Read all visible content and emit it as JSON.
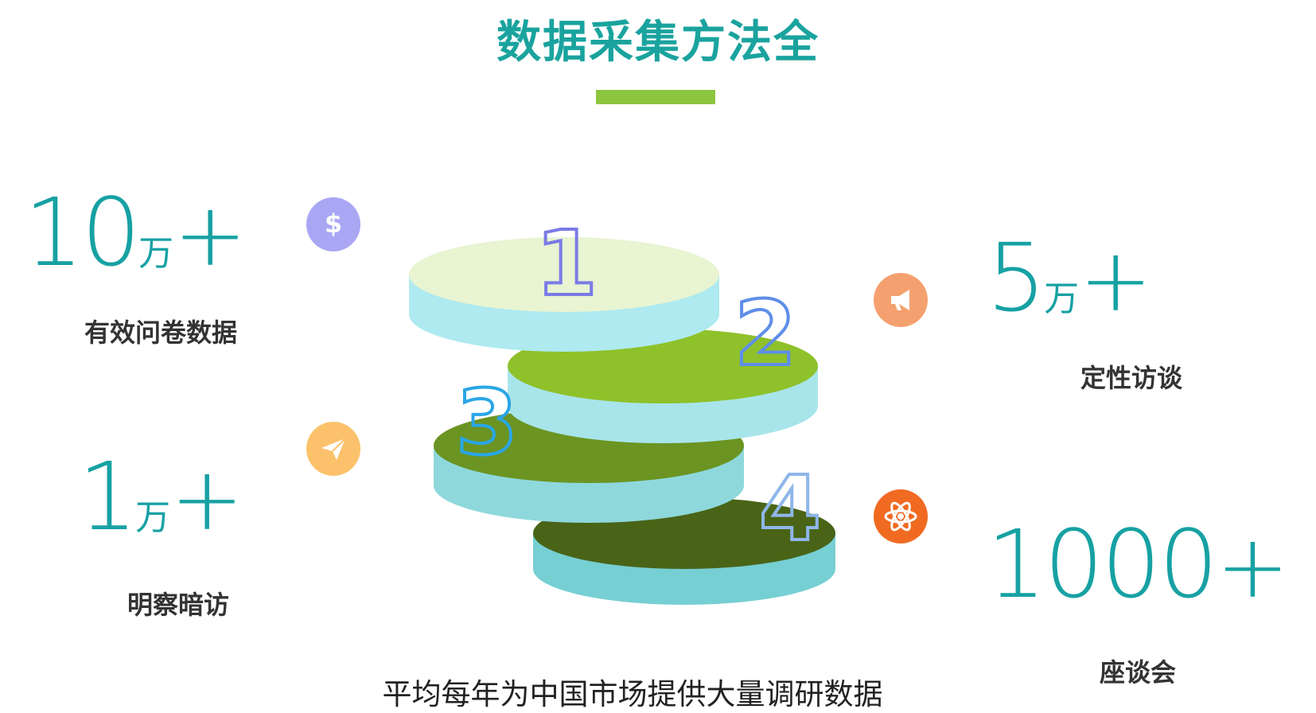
{
  "title": "数据采集方法全",
  "accent_color": "#8cc63f",
  "stat_color": "#17a1a3",
  "stats": {
    "questionnaire": {
      "number": "10",
      "unit": "万",
      "plus": "+",
      "label": "有效问卷数据"
    },
    "mystery": {
      "number": "1",
      "unit": "万",
      "plus": "+",
      "label": "明察暗访"
    },
    "interview": {
      "number": "5",
      "unit": "万",
      "plus": "+",
      "label": "定性访谈"
    },
    "forum": {
      "number": "1000",
      "unit": "",
      "plus": "+",
      "label": "座谈会"
    }
  },
  "icons": {
    "dollar": {
      "name": "dollar-icon",
      "color": "#a9a7f4"
    },
    "megaphone": {
      "name": "megaphone-icon",
      "color": "#f4a06f"
    },
    "paper_plane": {
      "name": "paper-plane-icon",
      "color": "#fbc26b"
    },
    "atom": {
      "name": "atom-icon",
      "color": "#f06a22"
    }
  },
  "disks": [
    {
      "number": "1",
      "top_color": "#e8f4d2",
      "side_color": "#aeeaf0",
      "number_color": "#7b7be6"
    },
    {
      "number": "2",
      "top_color": "#8fc12a",
      "side_color": "#a8e5ea",
      "number_color": "#5f8ee8"
    },
    {
      "number": "3",
      "top_color": "#6b9422",
      "side_color": "#8ed8dc",
      "number_color": "#2aa6e6"
    },
    {
      "number": "4",
      "top_color": "#496417",
      "side_color": "#76cfd3",
      "number_color": "#8fb6ea"
    }
  ],
  "footer": "平均每年为中国市场提供大量调研数据"
}
